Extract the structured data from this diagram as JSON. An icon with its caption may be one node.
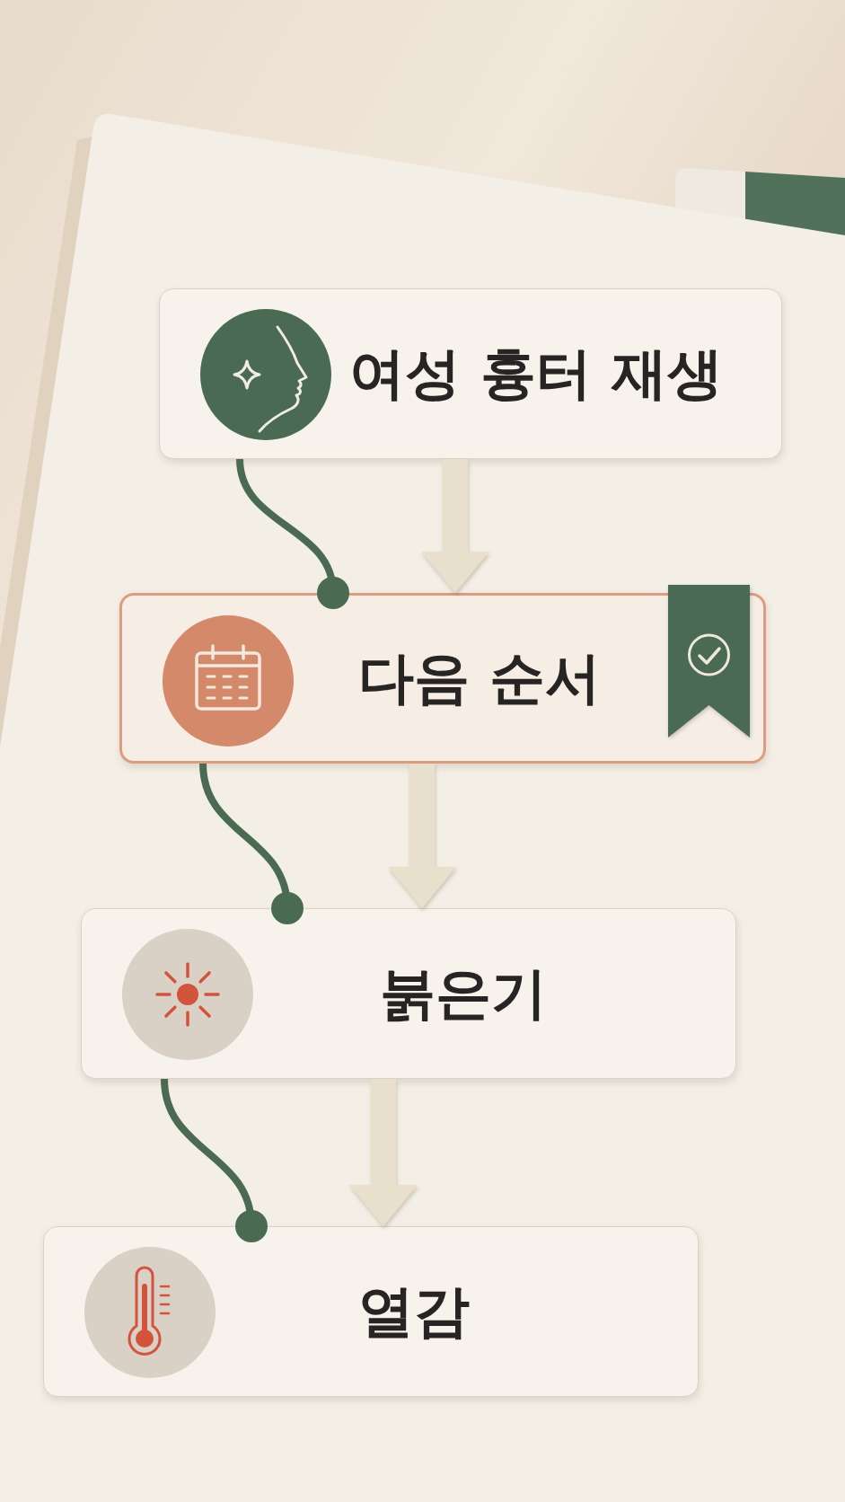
{
  "diagram": {
    "nodes": [
      {
        "text": [
          "여성 흉터 재생"
        ]
      },
      {
        "text": [
          "다음 순서"
        ]
      },
      {
        "text": [
          "붉은기"
        ]
      },
      {
        "text": [
          "열감"
        ]
      }
    ],
    "edges": [
      {
        "from": 0,
        "to": 1,
        "arrow": "to",
        "style": "thick",
        "color": "#e9dfcd"
      },
      {
        "from": 1,
        "to": 2,
        "arrow": "to",
        "style": "thick",
        "color": "#e9dfcd"
      },
      {
        "from": 2,
        "to": 3,
        "arrow": "to",
        "style": "thick",
        "color": "#e9dfcd"
      },
      {
        "from": 0,
        "to": 1,
        "arrow": "other",
        "color": "#4a6a52"
      },
      {
        "from": 1,
        "to": 2,
        "arrow": "other",
        "color": "#4a6a52"
      },
      {
        "from": 2,
        "to": 3,
        "arrow": "other",
        "color": "#4a6a52"
      }
    ]
  }
}
